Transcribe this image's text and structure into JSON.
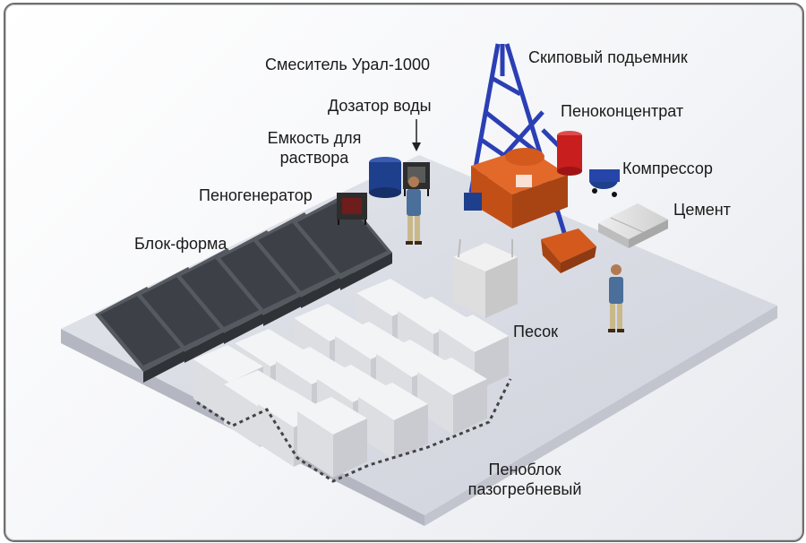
{
  "labels": {
    "mixer": "Смеситель Урал-1000",
    "skip_hoist": "Скиповый подьемник",
    "water_dosator": "Дозатор воды",
    "foam_concentrate": "Пеноконцентрат",
    "solution_tank_line1": "Емкость для",
    "solution_tank_line2": "раствора",
    "compressor": "Компрессор",
    "foam_generator": "Пеногенератор",
    "cement": "Цемент",
    "block_form": "Блок-форма",
    "sand": "Песок",
    "foam_block_line1": "Пеноблок",
    "foam_block_line2": "пазогребневый"
  },
  "colors": {
    "frame_border": "#6e6e6e",
    "platform": "#d4d6df",
    "hoist_frame": "#2b3fb5",
    "mixer_body": "#d35a1c",
    "foam_tank": "#c81e1e",
    "water_tank": "#1d3f8c",
    "blocks": "#e6e7ea",
    "molds": "#555960"
  }
}
